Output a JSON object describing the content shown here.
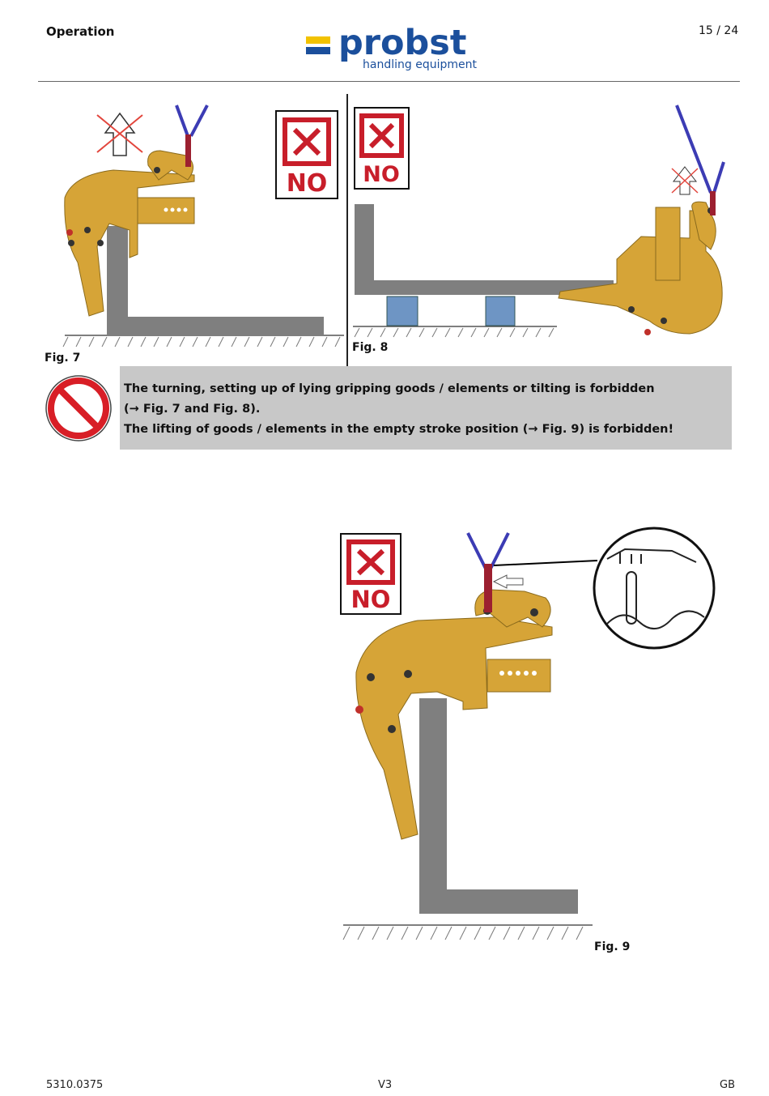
{
  "header": {
    "section_title": "Operation",
    "page_number": "15 / 24",
    "logo": {
      "word": "probst",
      "subtitle": "handling equipment",
      "brand_blue": "#1b4f9c",
      "brand_yellow": "#f2c200"
    }
  },
  "figures": {
    "fig7_label": "Fig. 7",
    "fig8_label": "Fig. 8",
    "fig9_label": "Fig. 9",
    "no_sign_text": "NO",
    "tool_color": "#d6a437",
    "element_color": "#7f7f7f",
    "pallet_color": "#6e95c4",
    "strap_color": "#3c3cb4"
  },
  "warning": {
    "line1": "The turning, setting up of lying gripping goods / elements or tilting is forbidden",
    "line2": "(→ Fig. 7 and Fig. 8).",
    "line3": "The lifting of goods / elements in the empty stroke position (→  Fig. 9) is forbidden!",
    "icon": "prohibition-icon",
    "box_color": "#c8c8c8"
  },
  "footer": {
    "doc_number": "5310.0375",
    "version": "V3",
    "language": "GB"
  }
}
